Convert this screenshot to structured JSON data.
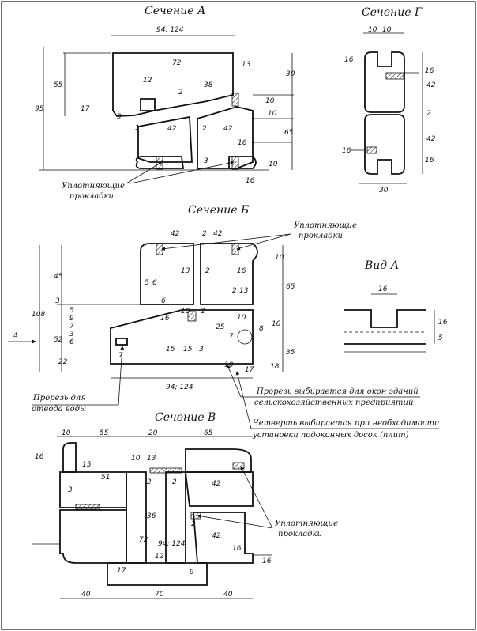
{
  "sections": {
    "a": {
      "title": "Сечение А",
      "dims": [
        "94; 124",
        "72",
        "13",
        "12",
        "2",
        "38",
        "30",
        "55",
        "95",
        "17",
        "9",
        "1",
        "42",
        "2",
        "42",
        "10",
        "10",
        "65",
        "16",
        "3",
        "10",
        "16"
      ]
    },
    "g": {
      "title": "Сечение Г",
      "dims": [
        "10",
        "10",
        "16",
        "16",
        "42",
        "2",
        "42",
        "16",
        "16",
        "30"
      ]
    },
    "b": {
      "title": "Сечение Б",
      "dims": [
        "42",
        "2",
        "42",
        "10",
        "16",
        "45",
        "108",
        "13",
        "2",
        "65",
        "5",
        "6",
        "13",
        "3",
        "2",
        "6",
        "16",
        "10",
        "2",
        "10",
        "5",
        "9",
        "7",
        "3",
        "6",
        "52",
        "25",
        "8",
        "7",
        "10",
        "15",
        "15",
        "3",
        "35",
        "22",
        "7",
        "10",
        "17",
        "18",
        "94; 124"
      ]
    },
    "v": {
      "title": "Сечение В",
      "dims": [
        "10",
        "55",
        "20",
        "65",
        "16",
        "15",
        "10",
        "13",
        "51",
        "3",
        "2",
        "2",
        "42",
        "36",
        "72",
        "94; 124",
        "12",
        "2",
        "42",
        "16",
        "16",
        "17",
        "9",
        "40",
        "70",
        "40"
      ]
    }
  },
  "view_a": {
    "title": "Вид А",
    "dims": [
      "16",
      "16",
      "5"
    ]
  },
  "labels": {
    "seal_a_1": "Уплотняющие",
    "seal_a_2": "прокладки",
    "seal_b_1": "Уплотняющие",
    "seal_b_2": "прокладки",
    "seal_v_1": "Уплотняющие",
    "seal_v_2": "прокладки",
    "arrow_a": "А",
    "drain_1": "Прорезь для",
    "drain_2": "отвода воды",
    "slot_1": "Прорезь выбирается для окон зданий",
    "slot_2": "сельскохозяйственных предприятий",
    "quarter_1": "Четверть выбирается при необходимости",
    "quarter_2": "установки подоконных досок (плит)"
  }
}
